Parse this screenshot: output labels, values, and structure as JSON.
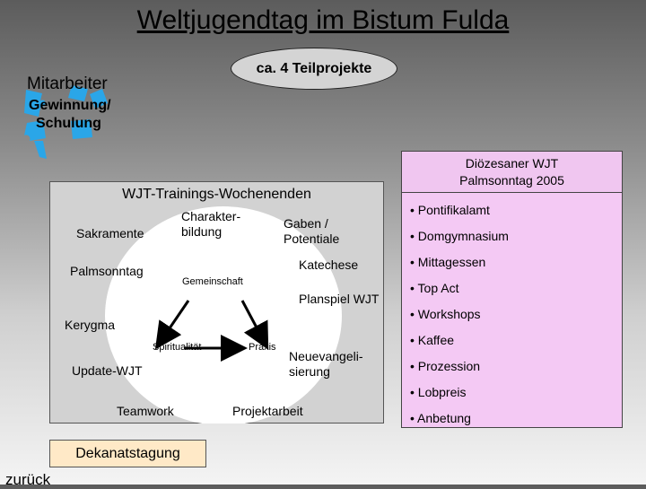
{
  "title": "Weltjugendtag im Bistum Fulda",
  "teilprojekte": "ca. 4 Teilprojekte",
  "mitarbeiter": {
    "label": "Mitarbeiter",
    "gewinnung_line1": "Gewinnung/",
    "gewinnung_line2": "Schulung"
  },
  "wochenenden": {
    "title": "WJT-Trainings-Wochenenden",
    "sakramente": "Sakramente",
    "charakter_line1": "Charakter-",
    "charakter_line2": "bildung",
    "gaben_line1": "Gaben /",
    "gaben_line2": "Potentiale",
    "palmsonntag": "Palmsonntag",
    "katechese": "Katechese",
    "gemeinschaft": "Gemeinschaft",
    "planspiel": "Planspiel WJT",
    "kerygma": "Kerygma",
    "spiritualitaet": "Spiritualität",
    "praxis": "Praxis",
    "neuevang_line1": "Neuevangeli-",
    "neuevang_line2": "sierung",
    "update": "Update-WJT",
    "teamwork": "Teamwork",
    "projektarbeit": "Projektarbeit"
  },
  "dekanatstagung": "Dekanatstagung",
  "zurueck": "zurück",
  "dioezesan": {
    "header_line1": "Diözesaner WJT",
    "header_line2": "Palmsonntag 2005",
    "items": [
      "• Pontifikalamt",
      "• Domgymnasium",
      "• Mittagessen",
      "• Top Act",
      "• Workshops",
      "• Kaffee",
      "• Prozession",
      "• Lobpreis",
      "• Anbetung"
    ]
  },
  "colors": {
    "panel_grey": "#d2d2d2",
    "circle_white": "#ffffff",
    "dekanat_fill": "#ffe9c7",
    "wjt_pink": "#f4c9f4",
    "puzzle_blue": "#2aa6e8"
  },
  "icons": {
    "puzzle": "puzzle-pieces-icon"
  }
}
